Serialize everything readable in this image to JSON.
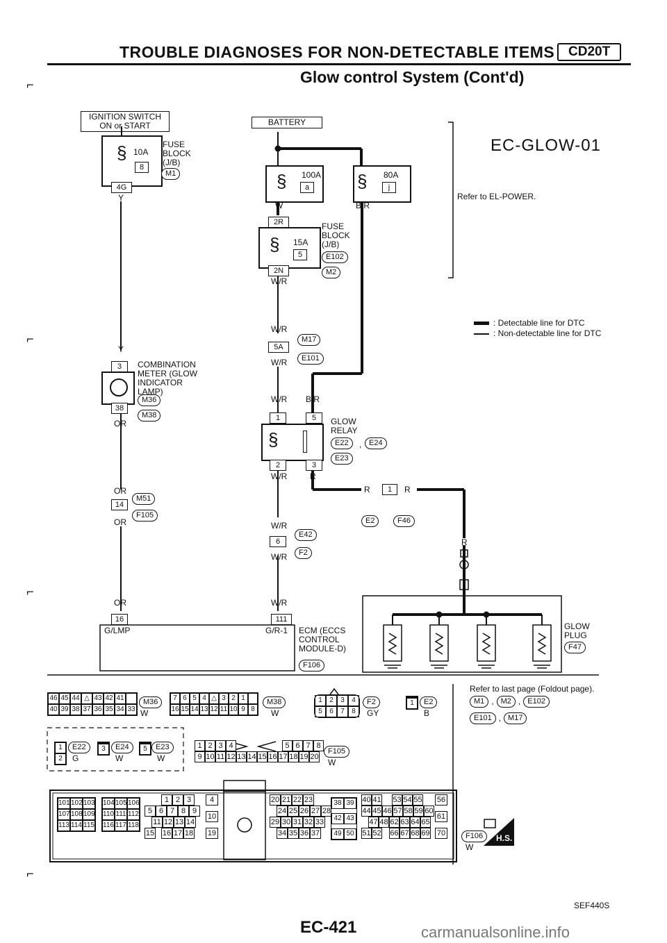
{
  "header": {
    "title": "TROUBLE DIAGNOSES FOR NON-DETECTABLE ITEMS",
    "engine_badge": "CD20T",
    "subtitle": "Glow control System (Cont'd)"
  },
  "diagram_code": "EC-GLOW-01",
  "refer_note": "Refer to EL-POWER.",
  "legend": {
    "detectable": ": Detectable line for DTC",
    "non_detectable": ": Non-detectable line for DTC"
  },
  "ignition": {
    "label": "IGNITION SWITCH ON or START"
  },
  "fuse_block_left": {
    "amp": "10A",
    "num": "8",
    "label": "FUSE BLOCK (J/B)",
    "conn": "M1",
    "pin": "4G",
    "wire": "Y"
  },
  "battery": {
    "label": "BATTERY"
  },
  "fusible_a": {
    "amp": "100A",
    "id": "a",
    "wire": "W"
  },
  "fusible_j": {
    "amp": "80A",
    "id": "j",
    "wire": "B/R"
  },
  "fuse_block_center": {
    "pin_top": "2R",
    "amp": "15A",
    "num": "5",
    "label": "FUSE BLOCK (J/B)",
    "conn1": "E102",
    "conn2": "M2",
    "pin_bottom": "2N",
    "wire": "W/R"
  },
  "junction_m17": {
    "wire_top": "W/R",
    "conn1": "M17",
    "pin": "5A",
    "conn2": "E101",
    "wire_bottom": "W/R"
  },
  "comb_meter": {
    "wire_in": "Y",
    "pin_top": "3",
    "label": "COMBINATION METER (GLOW INDICATOR LAMP)",
    "conn1": "M36",
    "pin_bottom": "38",
    "conn2": "M38",
    "wire_out": "OR"
  },
  "glow_relay": {
    "wire_l": "W/R",
    "wire_r": "B/R",
    "pin1": "1",
    "pin5": "5",
    "label": "GLOW RELAY",
    "conn1": "E22",
    "conn2": "E24",
    "conn3": "E23",
    "pin2": "2",
    "pin3": "3",
    "out_l": "W/R",
    "out_r": "R"
  },
  "junction_m51": {
    "wire_top": "OR",
    "conn1": "M51",
    "pin": "14",
    "conn2": "F105",
    "wire_bottom": "OR"
  },
  "junction_e2": {
    "wire_l": "R",
    "pin": "1",
    "wire_r": "R",
    "conn1": "E2",
    "conn2": "F46"
  },
  "junction_e42": {
    "wire_top": "W/R",
    "conn1": "E42",
    "pin": "6",
    "conn2": "F2",
    "wire_bottom": "W/R"
  },
  "glow_plug": {
    "wire": "R",
    "label": "GLOW PLUG",
    "conn": "F47"
  },
  "ecm": {
    "wire_l": "OR",
    "wire_r": "W/R",
    "pin_l": "16",
    "pin_r": "111",
    "label_l": "G/LMP",
    "label_r": "G/R-1",
    "label": "ECM (ECCS CONTROL MODULE-D)",
    "conn": "F106"
  },
  "connectors": {
    "m36": {
      "name": "M36",
      "color": "W",
      "row1": [
        "46",
        "45",
        "44",
        "△",
        "43",
        "42",
        "41"
      ],
      "row2": [
        "40",
        "39",
        "38",
        "37",
        "36",
        "35",
        "34",
        "33"
      ]
    },
    "m38": {
      "name": "M38",
      "color": "W",
      "row1": [
        "7",
        "6",
        "5",
        "4",
        "△",
        "3",
        "2",
        "1"
      ],
      "row2": [
        "16",
        "15",
        "14",
        "13",
        "12",
        "11",
        "10",
        "9",
        "8"
      ]
    },
    "f2": {
      "name": "F2",
      "color": "GY",
      "row1": [
        "1",
        "2",
        "3",
        "4"
      ],
      "row2": [
        "5",
        "6",
        "7",
        "8"
      ]
    },
    "e2": {
      "name": "E2",
      "color": "B",
      "pin": "1"
    },
    "e22": {
      "name": "E22",
      "color": "G",
      "pins": [
        "1",
        "2"
      ]
    },
    "e24": {
      "name": "E24",
      "color": "W",
      "pin": "3"
    },
    "e23": {
      "name": "E23",
      "color": "W",
      "pin": "5"
    },
    "f105": {
      "name": "F105",
      "color": "W",
      "row1": [
        "1",
        "2",
        "3",
        "4",
        "5",
        "6",
        "7",
        "8"
      ],
      "row2": [
        "9",
        "10",
        "11",
        "12",
        "13",
        "14",
        "15",
        "16",
        "17",
        "18",
        "19",
        "20"
      ]
    },
    "f106": {
      "name": "F106",
      "color": "W"
    }
  },
  "foldout": {
    "text": "Refer to last page (Foldout page).",
    "list1": [
      "M1",
      "M2",
      "E102"
    ],
    "list2": [
      "E101",
      "M17"
    ]
  },
  "ecm_pins": {
    "g1": [
      "101",
      "102",
      "103",
      "107",
      "108",
      "109",
      "113",
      "114",
      "115"
    ],
    "g2": [
      "104",
      "105",
      "106",
      "110",
      "111",
      "112",
      "116",
      "117",
      "118"
    ],
    "g3a": [
      "1",
      "2",
      "3"
    ],
    "g3b": [
      "5",
      "6",
      "7",
      "8",
      "9"
    ],
    "g3c": [
      "11",
      "12",
      "13",
      "14"
    ],
    "g3d": [
      "15",
      "16",
      "17",
      "18"
    ],
    "g4": [
      "4",
      "10",
      "19"
    ],
    "g5a": [
      "20",
      "21",
      "22",
      "23"
    ],
    "g5b": [
      "24",
      "25",
      "26",
      "27",
      "28"
    ],
    "g5c": [
      "29",
      "30",
      "31",
      "32",
      "33"
    ],
    "g5d": [
      "34",
      "35",
      "36",
      "37"
    ],
    "g6": [
      "38",
      "39",
      "42",
      "43",
      "49",
      "50"
    ],
    "g7a": [
      "40",
      "41",
      "53",
      "54",
      "55"
    ],
    "g7b": [
      "44",
      "45",
      "46",
      "57",
      "58",
      "59",
      "60"
    ],
    "g7c": [
      "47",
      "48",
      "62",
      "63",
      "64",
      "65"
    ],
    "g7d": [
      "51",
      "52",
      "66",
      "67",
      "68",
      "69"
    ],
    "g8": [
      "56",
      "61",
      "70"
    ]
  },
  "hs_badge": "H.S.",
  "ref_code": "SEF440S",
  "page_number": "EC-421",
  "watermark": "carmanualsonline.info"
}
